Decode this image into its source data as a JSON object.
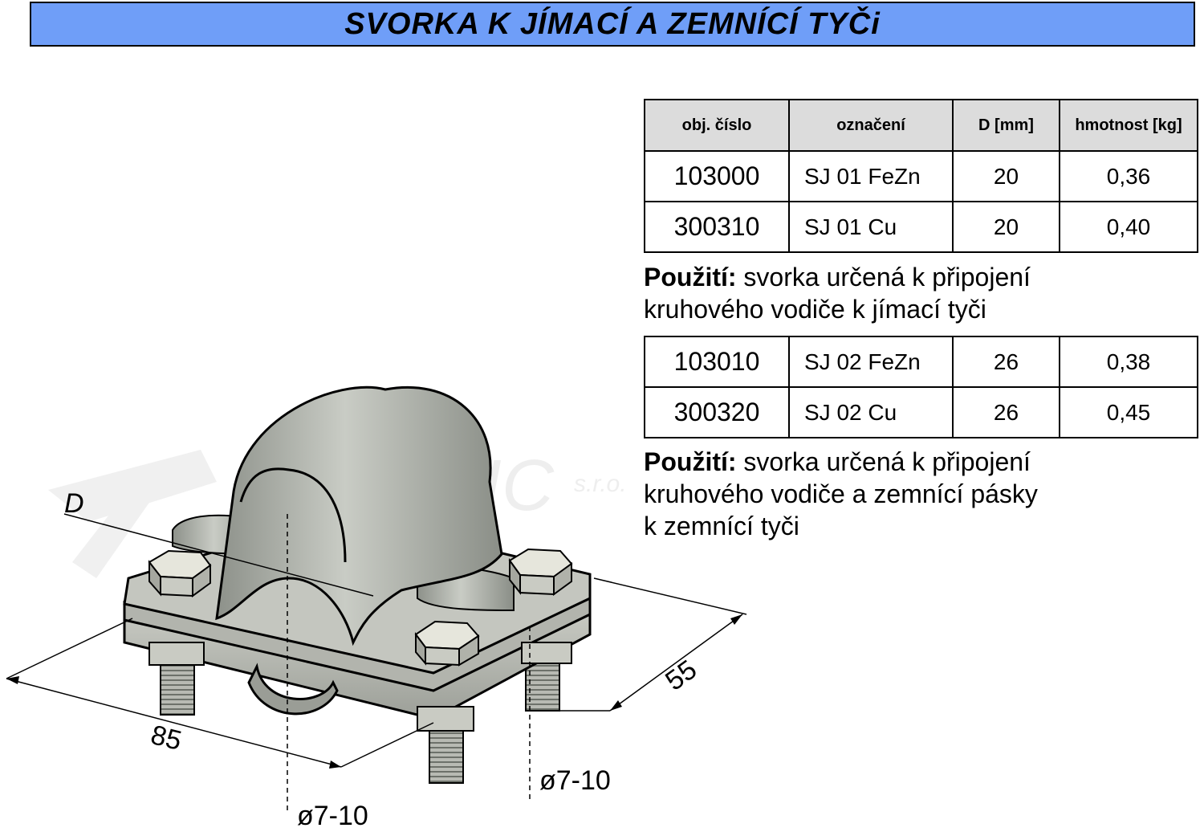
{
  "title": "SVORKA K  JÍMACÍ  A ZEMNÍCÍ TYČi",
  "table": {
    "headers": [
      "obj. číslo",
      "označení",
      "D [mm]",
      "hmotnost [kg]"
    ],
    "group1": [
      [
        "103000",
        "SJ 01 FeZn",
        "20",
        "0,36"
      ],
      [
        "300310",
        "SJ 01 Cu",
        "20",
        "0,40"
      ]
    ],
    "group2": [
      [
        "103010",
        "SJ 02 FeZn",
        "26",
        "0,38"
      ],
      [
        "300320",
        "SJ 02 Cu",
        "26",
        "0,45"
      ]
    ]
  },
  "usage1": {
    "label": "Použití:",
    "line1": " svorka určená k připojení",
    "line2": "kruhového vodiče k jímací tyči"
  },
  "usage2": {
    "label": "Použití:",
    "line1": " svorka určená k připojení",
    "line2": "kruhového vodiče a zemnící pásky",
    "line3": "k zemnící tyči"
  },
  "dimensions": {
    "d": "D",
    "length": "85",
    "width": "55",
    "hole_left": "ø7-10",
    "hole_right": "ø7-10"
  },
  "watermark": {
    "text": "IC",
    "suffix": "s.r.o."
  },
  "colors": {
    "title_bg": "#6f9ef8",
    "header_bg": "#dcdcdc",
    "metal": "#b9bcb5"
  }
}
